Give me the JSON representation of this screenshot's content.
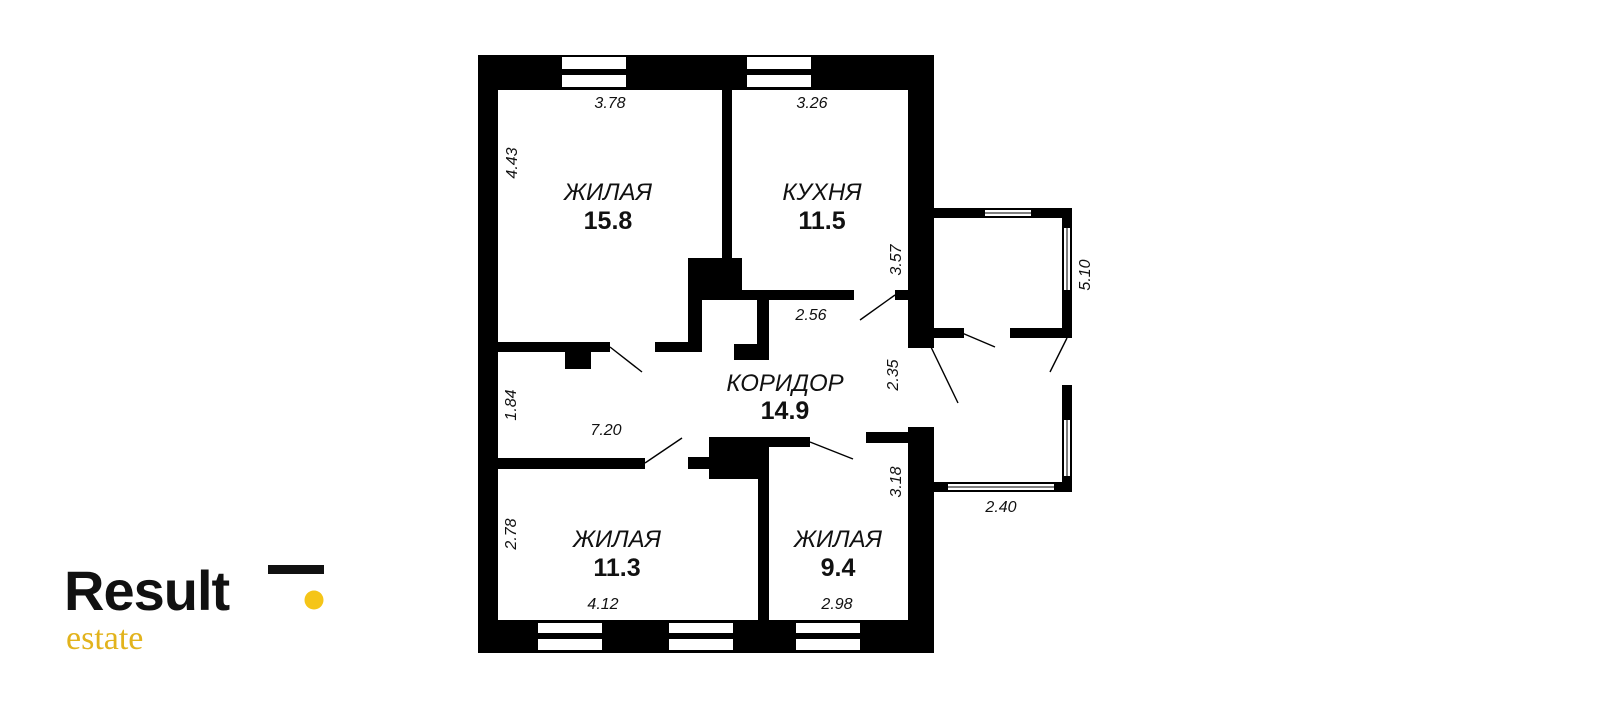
{
  "logo": {
    "name": "Result",
    "sub": "estate",
    "dot_color": "#f5c518",
    "sub_color": "#e2b31c"
  },
  "rooms": {
    "living_1": {
      "name": "ЖИЛАЯ",
      "area": "15.8"
    },
    "kitchen": {
      "name": "КУХНЯ",
      "area": "11.5"
    },
    "corridor": {
      "name": "КОРИДОР",
      "area": "14.9"
    },
    "living_2": {
      "name": "ЖИЛАЯ",
      "area": "11.3"
    },
    "living_3": {
      "name": "ЖИЛАЯ",
      "area": "9.4"
    }
  },
  "dimensions": {
    "living_1_width": "3.78",
    "living_1_height": "4.43",
    "kitchen_width": "3.26",
    "kitchen_height": "3.57",
    "corridor_upper": "2.56",
    "corridor_length": "7.20",
    "corridor_left": "1.84",
    "corridor_right": "2.35",
    "balcony_height": "5.10",
    "balcony_width": "2.40",
    "living_3_height": "3.18",
    "living_2_height": "2.78",
    "living_2_width": "4.12",
    "living_3_width": "2.98"
  }
}
